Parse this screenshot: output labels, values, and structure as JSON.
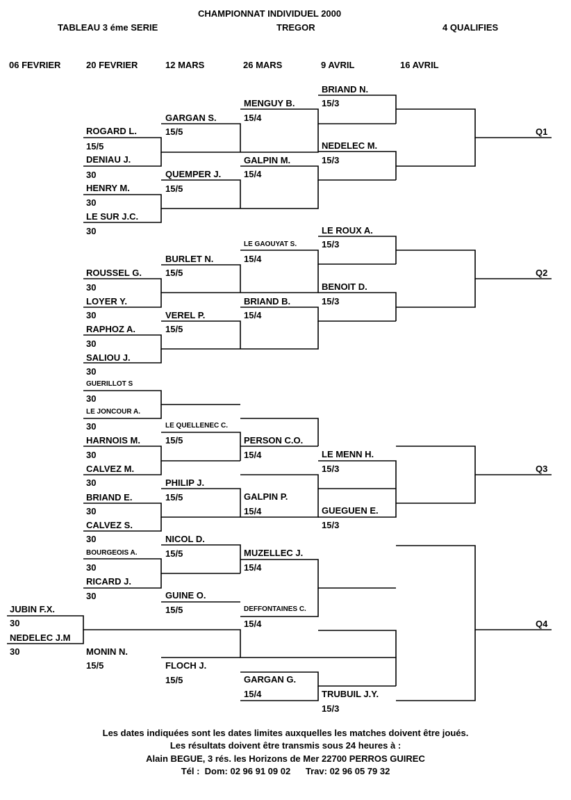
{
  "header": {
    "title": "CHAMPIONNAT INDIVIDUEL 2000",
    "left": "TABLEAU 3 éme SERIE",
    "center": "TREGOR",
    "right": "4 QUALIFIES"
  },
  "dates": [
    "06 FEVRIER",
    "20 FEVRIER",
    "12 MARS",
    "26 MARS",
    "9 AVRIL",
    "16 AVRIL"
  ],
  "qualifiers": [
    "Q1",
    "Q2",
    "Q3",
    "Q4"
  ],
  "players": {
    "r1": [
      {
        "name": "JUBIN F.X.",
        "rank": "30"
      },
      {
        "name": "NEDELEC J.M",
        "rank": "30"
      }
    ],
    "r2": [
      {
        "name": "ROGARD L.",
        "rank": "15/5"
      },
      {
        "name": "DENIAU J.",
        "rank": "30"
      },
      {
        "name": "HENRY M.",
        "rank": "30"
      },
      {
        "name": "LE SUR J.C.",
        "rank": "30"
      },
      {
        "name": "ROUSSEL G.",
        "rank": "30"
      },
      {
        "name": "LOYER Y.",
        "rank": "30"
      },
      {
        "name": "RAPHOZ A.",
        "rank": "30"
      },
      {
        "name": "SALIOU J.",
        "rank": "30"
      },
      {
        "name": "GUERILLOT S",
        "rank": "30"
      },
      {
        "name": "LE JONCOUR A.",
        "rank": "30"
      },
      {
        "name": "HARNOIS M.",
        "rank": "30"
      },
      {
        "name": "CALVEZ M.",
        "rank": "30"
      },
      {
        "name": "BRIAND E.",
        "rank": "30"
      },
      {
        "name": "CALVEZ S.",
        "rank": "30"
      },
      {
        "name": "BOURGEOIS A.",
        "rank": "30"
      },
      {
        "name": "RICARD J.",
        "rank": "30"
      },
      {
        "name": "MONIN N.",
        "rank": "15/5"
      }
    ],
    "r3": [
      {
        "name": "GARGAN S.",
        "rank": "15/5"
      },
      {
        "name": "QUEMPER J.",
        "rank": "15/5"
      },
      {
        "name": "BURLET N.",
        "rank": "15/5"
      },
      {
        "name": "VEREL P.",
        "rank": "15/5"
      },
      {
        "name": "LE QUELLENEC C.",
        "rank": "15/5"
      },
      {
        "name": "PHILIP J.",
        "rank": "15/5"
      },
      {
        "name": "NICOL D.",
        "rank": "15/5"
      },
      {
        "name": "GUINE O.",
        "rank": "15/5"
      },
      {
        "name": "FLOCH J.",
        "rank": "15/5"
      }
    ],
    "r4": [
      {
        "name": "MENGUY B.",
        "rank": "15/4"
      },
      {
        "name": "GALPIN M.",
        "rank": "15/4"
      },
      {
        "name": "LE GAOUYAT S.",
        "rank": "15/4"
      },
      {
        "name": "BRIAND B.",
        "rank": "15/4"
      },
      {
        "name": "PERSON C.O.",
        "rank": "15/4"
      },
      {
        "name": "GALPIN P.",
        "rank": "15/4"
      },
      {
        "name": "MUZELLEC J.",
        "rank": "15/4"
      },
      {
        "name": "DEFFONTAINES C.",
        "rank": "15/4"
      },
      {
        "name": "GARGAN G.",
        "rank": "15/4"
      }
    ],
    "r5": [
      {
        "name": "BRIAND N.",
        "rank": "15/3"
      },
      {
        "name": "NEDELEC M.",
        "rank": "15/3"
      },
      {
        "name": "LE ROUX A.",
        "rank": "15/3"
      },
      {
        "name": "BENOIT D.",
        "rank": "15/3"
      },
      {
        "name": "LE MENN H.",
        "rank": "15/3"
      },
      {
        "name": "GUEGUEN E.",
        "rank": "15/3"
      },
      {
        "name": "TRUBUIL J.Y.",
        "rank": "15/3"
      }
    ]
  },
  "footer": [
    "Les dates indiquées sont les dates limites auxquelles les matches doivent être joués.",
    "Les résultats doivent être transmis sous 24 heures à :",
    "Alain BEGUE, 3 rés. les Horizons de Mer 22700 PERROS GUIREC",
    "Tél :  Dom: 02 96 91 09 02      Trav: 02 96 05 79 32"
  ]
}
